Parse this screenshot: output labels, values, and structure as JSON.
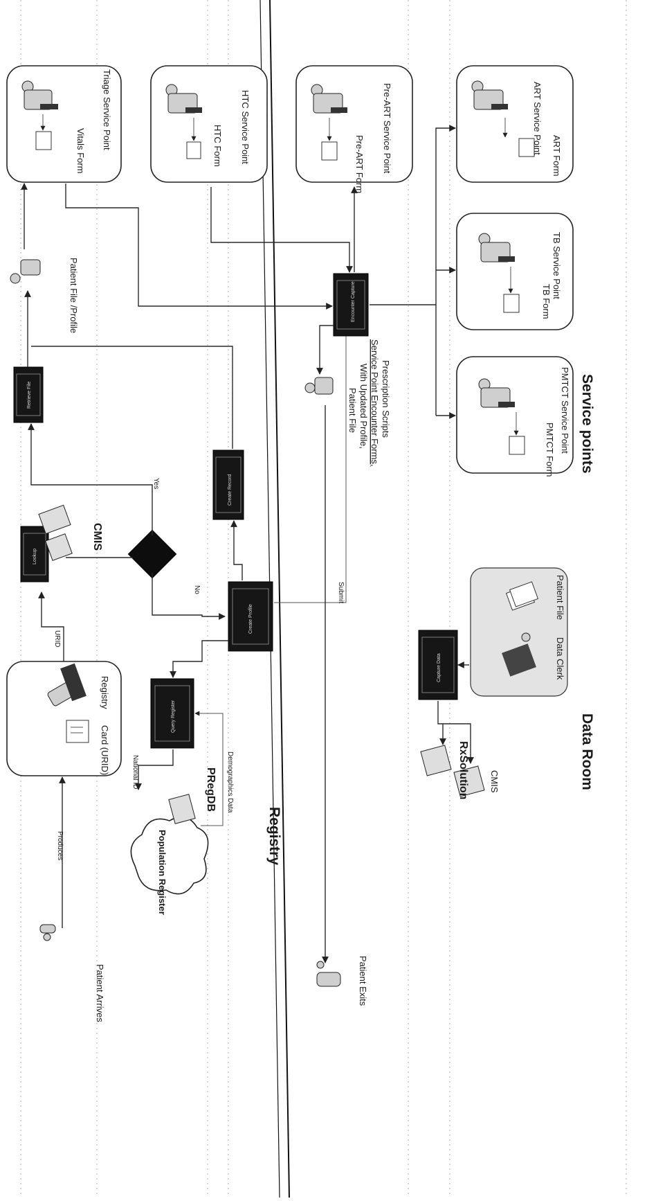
{
  "labels": {
    "patient_arrives": "Patient Arrives",
    "produces": "Produces",
    "card_urid": "Card (URID)",
    "registry_desk": "Registry",
    "urid": "URID",
    "cmis_top": "CMIS",
    "yes": "Yes",
    "no": "No",
    "patient_file_profile": "Patient File /Profile",
    "vitals_form": "Vitals Form",
    "triage_service_point": "Triage Service Point",
    "htc_form": "HTC Form",
    "htc_service_point": "HTC Service Point",
    "pre_art_form": "Pre-ART Form",
    "pre_art_service_point": "Pre-ART Service Point",
    "art_form": "ART Form",
    "art_service_point": "ART Service Point",
    "tb_form": "TB Form",
    "tb_service_point": "TB Service Point",
    "pmtct_form": "PMTCT Form",
    "pmtct_service_point": "PMTCT Service Point",
    "service_points_zone": "Service points",
    "registry_zone": "Registry",
    "data_room_zone": "Data Room",
    "national_id": "National ID",
    "population_register": "Population Register",
    "pregdb": "PRegDB",
    "demographics_data": "Demographics Data",
    "patient_file_updated_1": "Patient File",
    "patient_file_updated_2": "With Updated Profile,",
    "patient_file_updated_3": "Service Point Encounter Forms,",
    "patient_file_updated_4": "Prescription Scripts",
    "patient_exits": "Patient Exits",
    "submit": "Submit",
    "data_clerk": "Data Clerk",
    "patient_file_dataroom": "Patient File",
    "rxsolution": "RxSolution",
    "cmis_dataroom": "CMIS"
  },
  "colors": {
    "process_box": "#161616",
    "decision": "#0d0d0d",
    "data_room_area": "#e3e3e3",
    "zone_divider": "#111111"
  }
}
